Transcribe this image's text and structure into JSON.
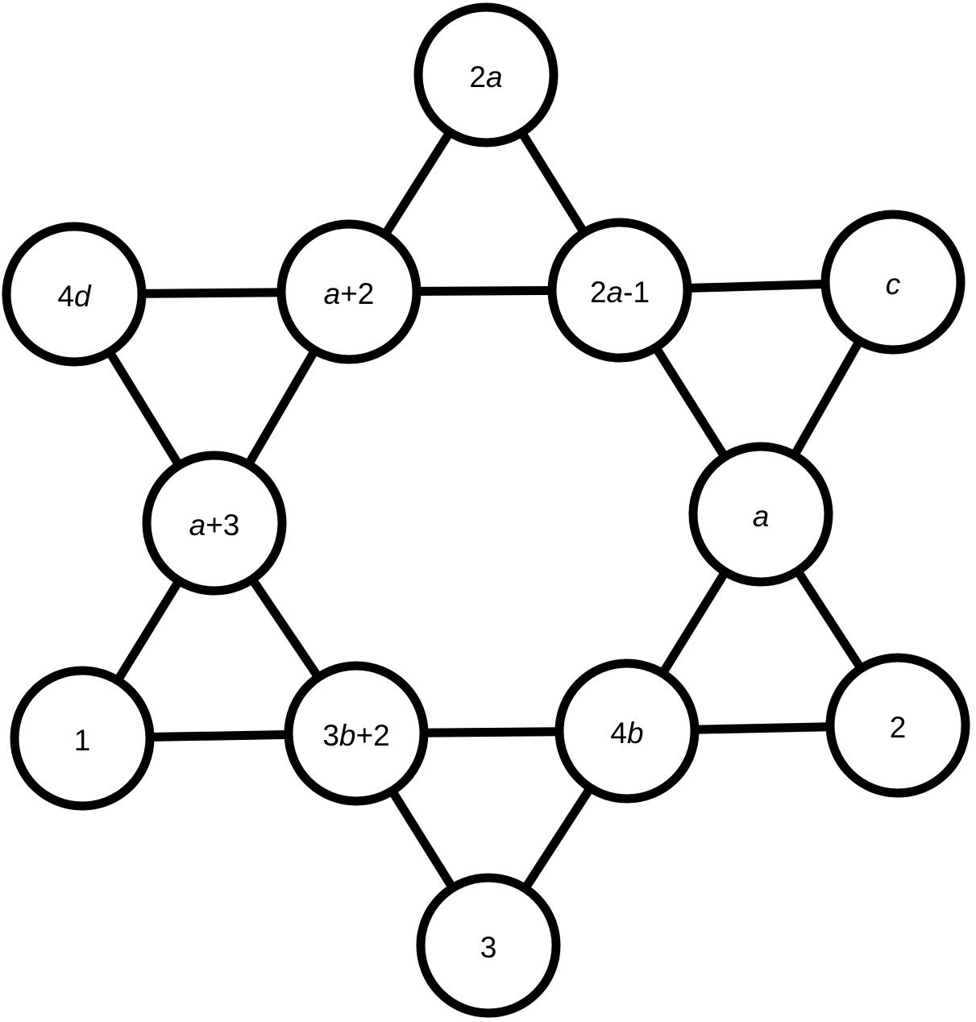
{
  "diagram": {
    "type": "hexagram-graph",
    "colors": {
      "stroke": "#000000",
      "fill": "#ffffff",
      "background": "#ffffff"
    },
    "nodes": [
      {
        "id": "top",
        "label": "2a"
      },
      {
        "id": "upper-left",
        "label": "4d"
      },
      {
        "id": "inner-ul",
        "label": "a+2"
      },
      {
        "id": "inner-ur",
        "label": "2a-1"
      },
      {
        "id": "upper-right",
        "label": "c"
      },
      {
        "id": "inner-l",
        "label": "a+3"
      },
      {
        "id": "inner-r",
        "label": "a"
      },
      {
        "id": "lower-left",
        "label": "1"
      },
      {
        "id": "inner-ll",
        "label": "3b+2"
      },
      {
        "id": "inner-lr",
        "label": "4b"
      },
      {
        "id": "lower-right",
        "label": "2"
      },
      {
        "id": "bottom",
        "label": "3"
      }
    ],
    "edges": [
      [
        "top",
        "inner-ul"
      ],
      [
        "top",
        "inner-ur"
      ],
      [
        "upper-left",
        "inner-ul"
      ],
      [
        "inner-ul",
        "inner-ur"
      ],
      [
        "inner-ur",
        "upper-right"
      ],
      [
        "upper-left",
        "inner-l"
      ],
      [
        "inner-ul",
        "inner-l"
      ],
      [
        "inner-ur",
        "inner-r"
      ],
      [
        "upper-right",
        "inner-r"
      ],
      [
        "inner-l",
        "lower-left"
      ],
      [
        "inner-l",
        "inner-ll"
      ],
      [
        "inner-r",
        "inner-lr"
      ],
      [
        "inner-r",
        "lower-right"
      ],
      [
        "lower-left",
        "inner-ll"
      ],
      [
        "inner-ll",
        "inner-lr"
      ],
      [
        "inner-lr",
        "lower-right"
      ],
      [
        "inner-ll",
        "bottom"
      ],
      [
        "inner-lr",
        "bottom"
      ]
    ]
  }
}
